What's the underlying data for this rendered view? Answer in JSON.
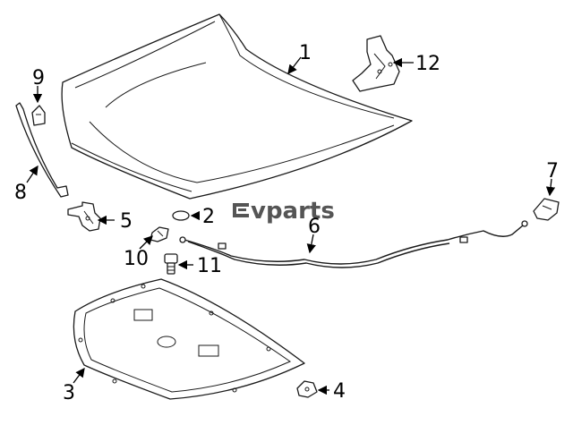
{
  "diagram": {
    "watermark": {
      "text": "vparts",
      "mark": "ev-logo-icon"
    },
    "callouts": {
      "c1": "1",
      "c2": "2",
      "c3": "3",
      "c4": "4",
      "c5": "5",
      "c6": "6",
      "c7": "7",
      "c8": "8",
      "c9": "9",
      "c10": "10",
      "c11": "11",
      "c12": "12"
    }
  },
  "colors": {
    "line": "#1a1a1a",
    "watermark": "#555555",
    "background": "#ffffff"
  }
}
